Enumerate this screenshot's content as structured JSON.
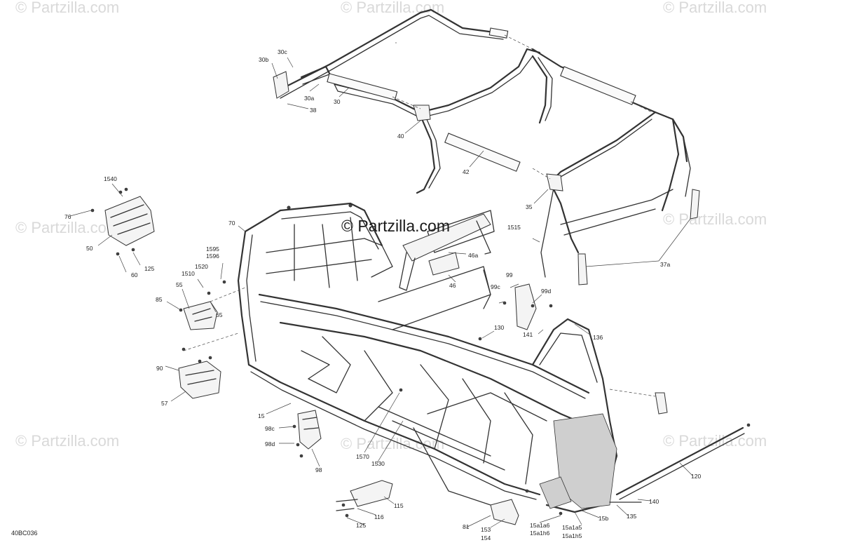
{
  "diagram_code": "40BC036",
  "watermark_center": "© Partzilla.com",
  "watermark_tile": "© Partzilla.com",
  "callouts": {
    "c30b": "30b",
    "c30c": "30c",
    "c30a": "30a",
    "c30": "30",
    "c38": "38",
    "c40": "40",
    "c42": "42",
    "c35": "35",
    "c1515": "1515",
    "c37a": "37a",
    "c1540": "1540",
    "c76": "76",
    "c50": "50",
    "c60": "60",
    "c125a": "125",
    "c70": "70",
    "c1595": "1595",
    "c1596": "1596",
    "c1510": "1510",
    "c1520": "1520",
    "c55": "55",
    "c85": "85",
    "c65": "65",
    "c46a": "46a",
    "c46": "46",
    "c99": "99",
    "c99c": "99c",
    "c99d": "99d",
    "c130": "130",
    "c141": "141",
    "c136": "136",
    "c90": "90",
    "c57": "57",
    "c15": "15",
    "c98c": "98c",
    "c98d": "98d",
    "c98": "98",
    "c1570": "1570",
    "c1530": "1530",
    "c115": "115",
    "c116": "116",
    "c125b": "125",
    "c81": "81",
    "c153": "153",
    "c154": "154",
    "c15a1a6": "15a1a6",
    "c15a1h6": "15a1h6",
    "c15a1a5": "15a1a5",
    "c15a1h5": "15a1h5",
    "c15b": "15b",
    "c135": "135",
    "c140": "140",
    "c120": "120"
  }
}
